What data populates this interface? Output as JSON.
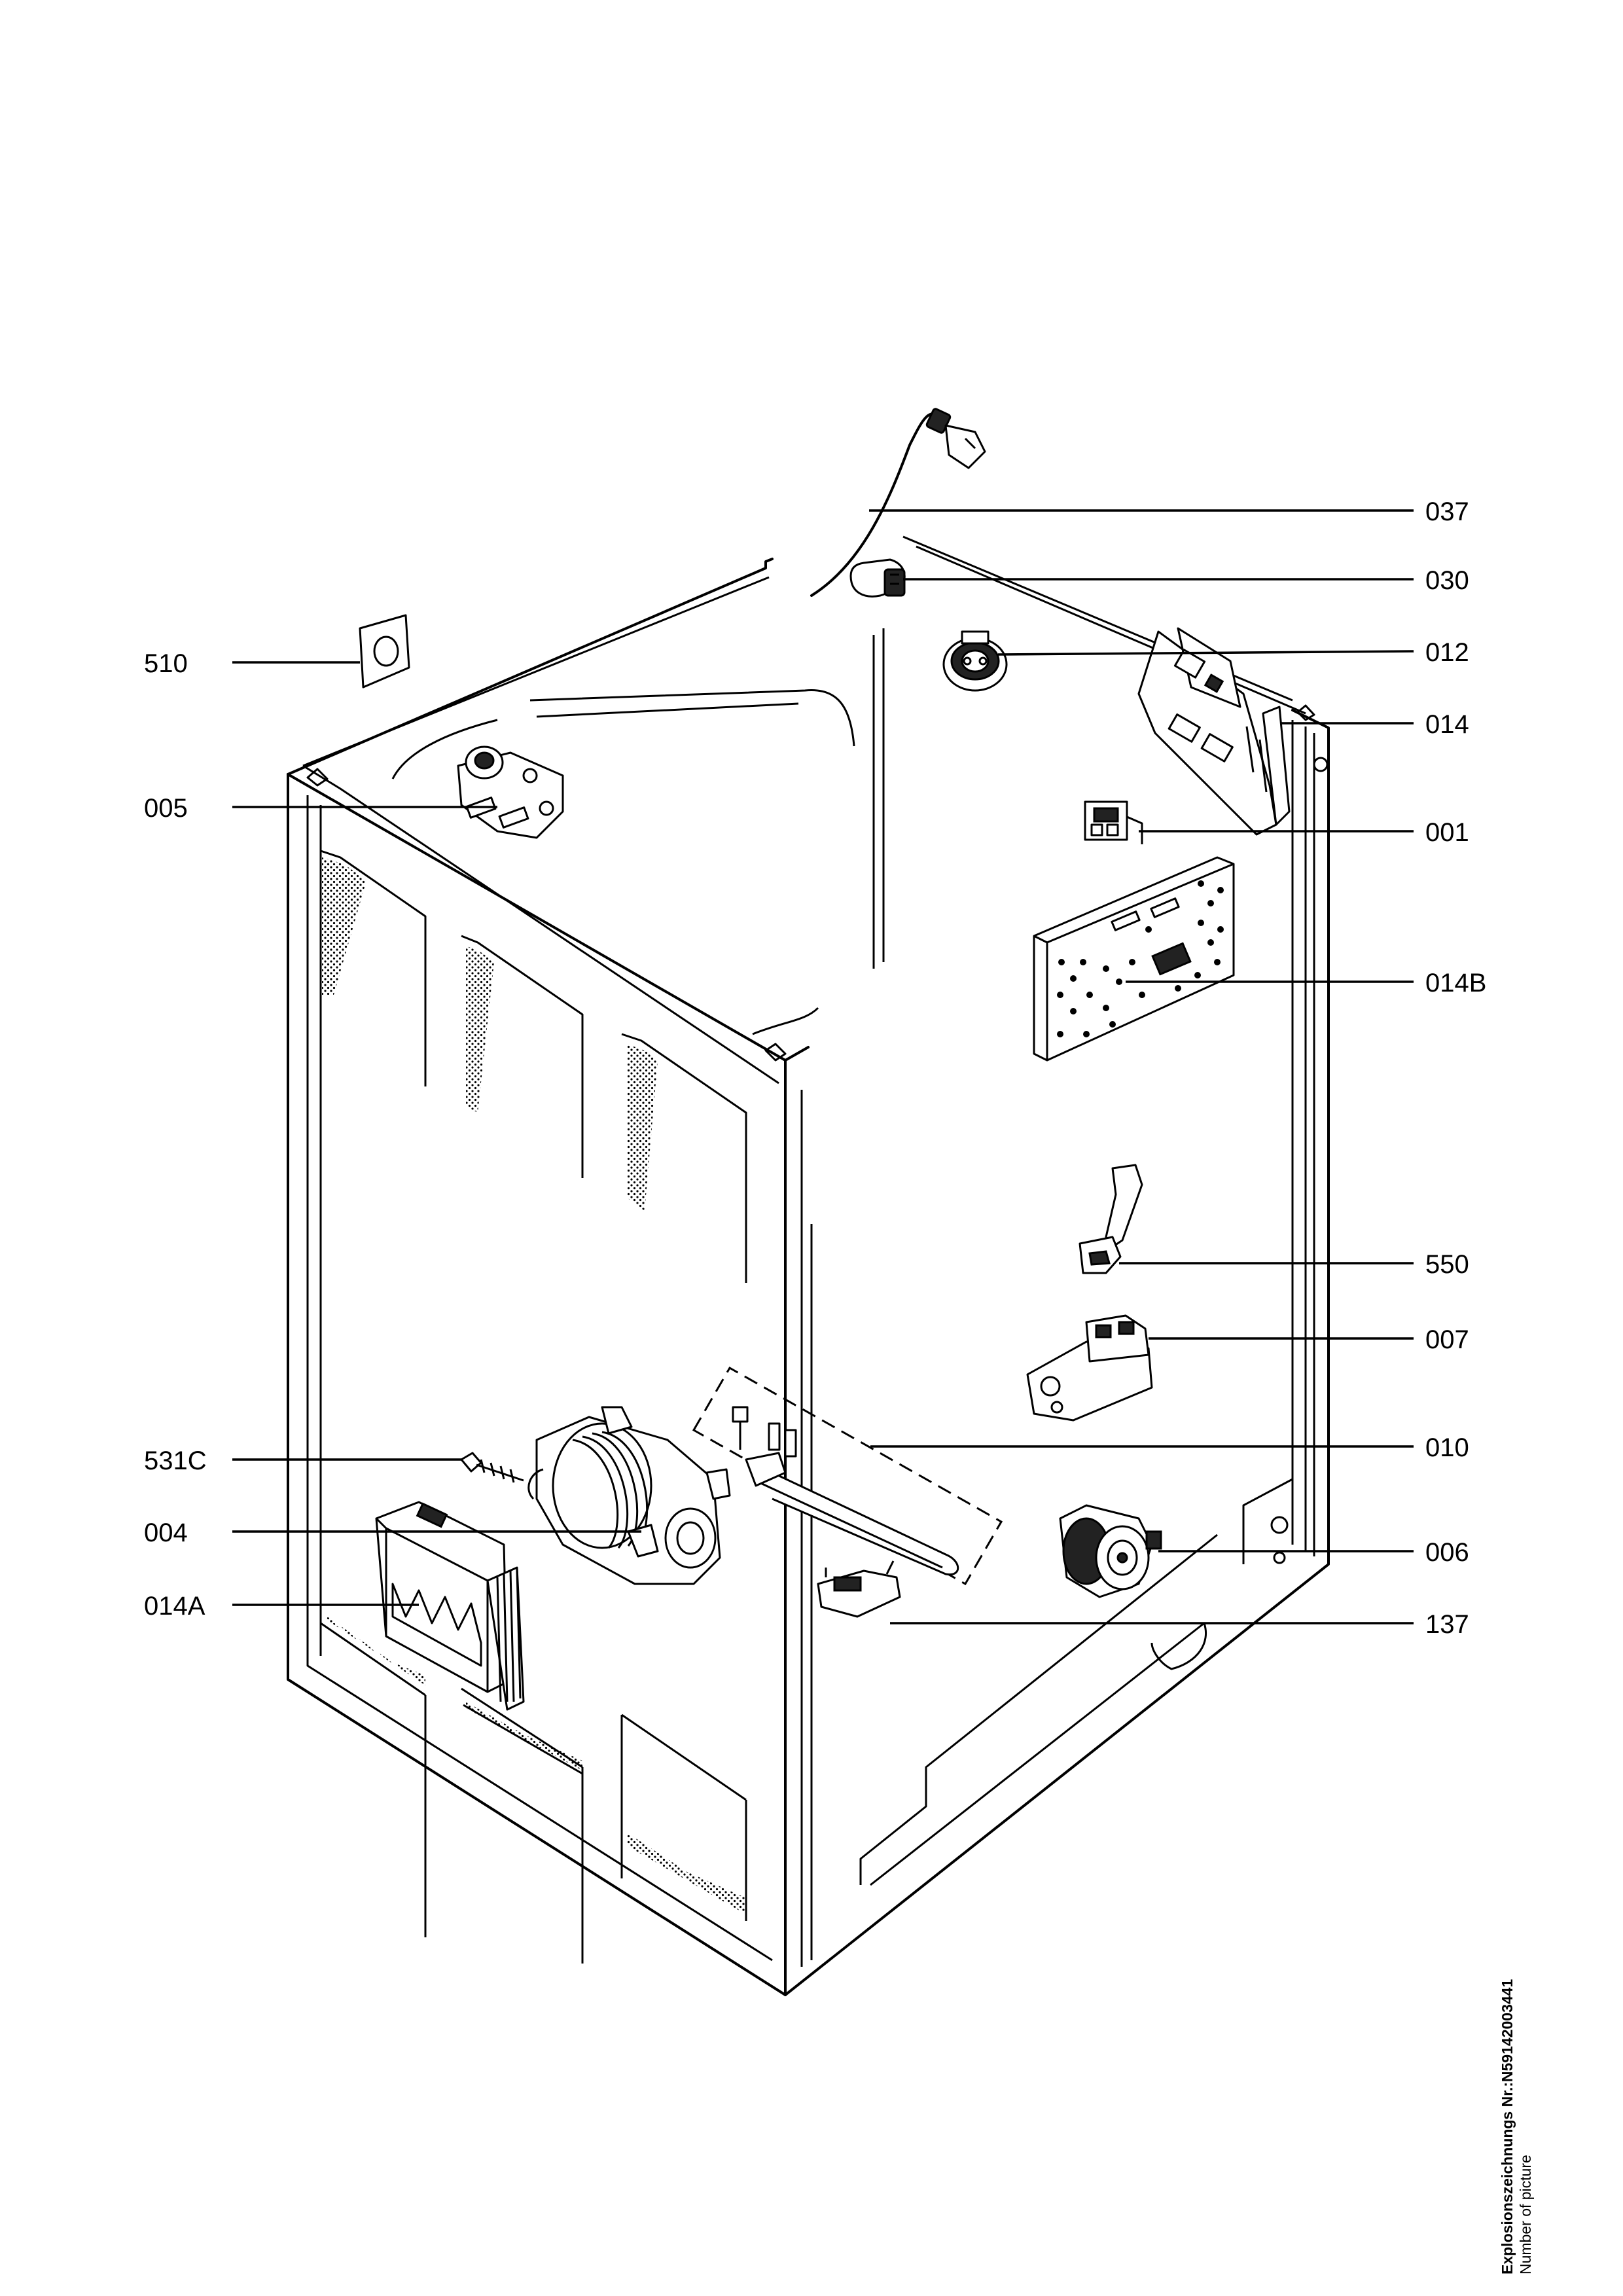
{
  "labels": {
    "l037": "037",
    "l030": "030",
    "l012": "012",
    "l014": "014",
    "l001": "001",
    "l014B": "014B",
    "l550": "550",
    "l007": "007",
    "l010": "010",
    "l006": "006",
    "l137": "137",
    "l510": "510",
    "l005": "005",
    "l531C": "531C",
    "l004": "004",
    "l014A": "014A"
  },
  "footer": {
    "drawing_number": "Explosionszeichnungs Nr.:N59142003441",
    "caption": "Number of picture"
  }
}
